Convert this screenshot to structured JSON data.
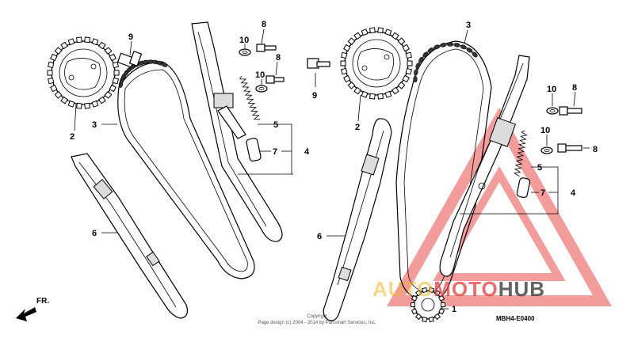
{
  "callouts": {
    "l_9": "9",
    "l_10": "10",
    "l_8a": "8",
    "l_10b": "10",
    "l_8b": "8",
    "l_2": "2",
    "l_3": "3",
    "l_5": "5",
    "l_7": "7",
    "l_4": "4",
    "l_6": "6",
    "r_9": "9",
    "r_3": "3",
    "r_2": "2",
    "r_10a": "10",
    "r_8a": "8",
    "r_10b": "10",
    "r_8b": "8",
    "r_5": "5",
    "r_7": "7",
    "r_4": "4",
    "r_6": "6",
    "r_1": "1"
  },
  "direction_label": "FR.",
  "diagram_code": "MBH4-E0400",
  "footer": {
    "line1": "Copyright",
    "line2": "Page design (c) 2004 - 2014 by Partsmart Services, Inc."
  },
  "watermark": {
    "part1": "AUTO",
    "part2": "MOTO",
    "part3": "HUB"
  },
  "colors": {
    "watermark_red": "#e84c4c",
    "watermark_gold": "#f0b428",
    "watermark_dark": "#3c3c3c"
  }
}
